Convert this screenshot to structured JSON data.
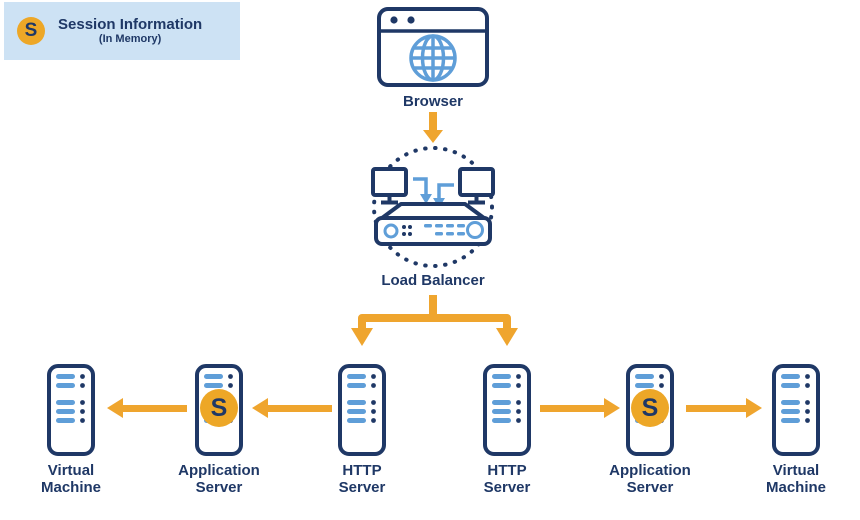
{
  "colors": {
    "navy": "#1f3866",
    "light_blue": "#5f9ed8",
    "yellow": "#efa52e",
    "legend_background": "#cde2f4",
    "background": "#ffffff"
  },
  "legend": {
    "badge": "S",
    "title": "Session Information",
    "subtitle": "(In Memory)"
  },
  "browser": {
    "label": "Browser"
  },
  "load_balancer": {
    "label": "Load Balancer"
  },
  "servers": [
    {
      "line1": "Virtual",
      "line2": "Machine"
    },
    {
      "line1": "Application",
      "line2": "Server",
      "badge": "S"
    },
    {
      "line1": "HTTP",
      "line2": "Server"
    },
    {
      "line1": "HTTP",
      "line2": "Server"
    },
    {
      "line1": "Application",
      "line2": "Server",
      "badge": "S"
    },
    {
      "line1": "Virtual",
      "line2": "Machine"
    }
  ],
  "edges": [
    "Browser → Load Balancer",
    "Load Balancer → HTTP Server (left)",
    "Load Balancer → HTTP Server (right)",
    "HTTP Server (left) → Application Server (left)",
    "Application Server (left) → Virtual Machine (left)",
    "HTTP Server (right) → Application Server (right)",
    "Application Server (right) → Virtual Machine (right)"
  ]
}
